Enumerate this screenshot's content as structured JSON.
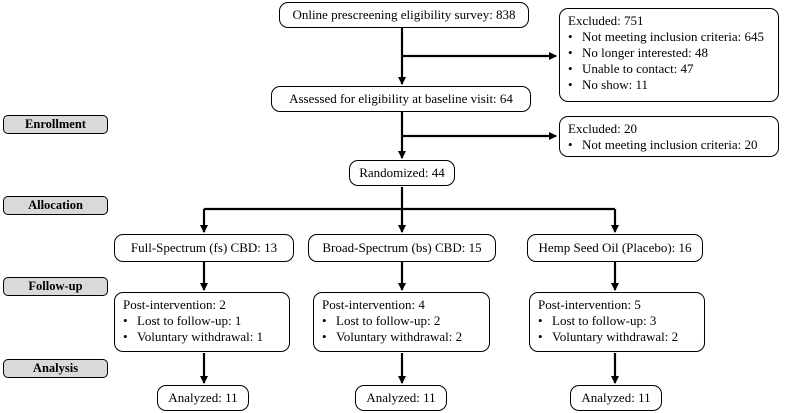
{
  "stages": {
    "enrollment": "Enrollment",
    "allocation": "Allocation",
    "followup": "Follow-up",
    "analysis": "Analysis"
  },
  "survey": "Online prescreening eligibility survey: 838",
  "excluded1": {
    "head": "Excluded: 751",
    "items": [
      "Not meeting inclusion criteria: 645",
      "No longer interested: 48",
      "Unable to contact: 47",
      "No show: 11"
    ]
  },
  "assessed": "Assessed for eligibility at baseline visit: 64",
  "excluded2": {
    "head": "Excluded: 20",
    "items": [
      "Not meeting inclusion criteria: 20"
    ]
  },
  "randomized": "Randomized: 44",
  "arms": [
    {
      "name": "Full-Spectrum (fs) CBD: 13",
      "followup_head": "Post-intervention: 2",
      "followup_items": [
        "Lost to follow-up: 1",
        "Voluntary withdrawal: 1"
      ],
      "analyzed": "Analyzed: 11"
    },
    {
      "name": "Broad-Spectrum (bs) CBD: 15",
      "followup_head": "Post-intervention: 4",
      "followup_items": [
        "Lost to follow-up: 2",
        "Voluntary withdrawal: 2"
      ],
      "analyzed": "Analyzed: 11"
    },
    {
      "name": "Hemp Seed Oil (Placebo): 16",
      "followup_head": "Post-intervention: 5",
      "followup_items": [
        "Lost to follow-up: 3",
        "Voluntary withdrawal: 2"
      ],
      "analyzed": "Analyzed: 11"
    }
  ]
}
